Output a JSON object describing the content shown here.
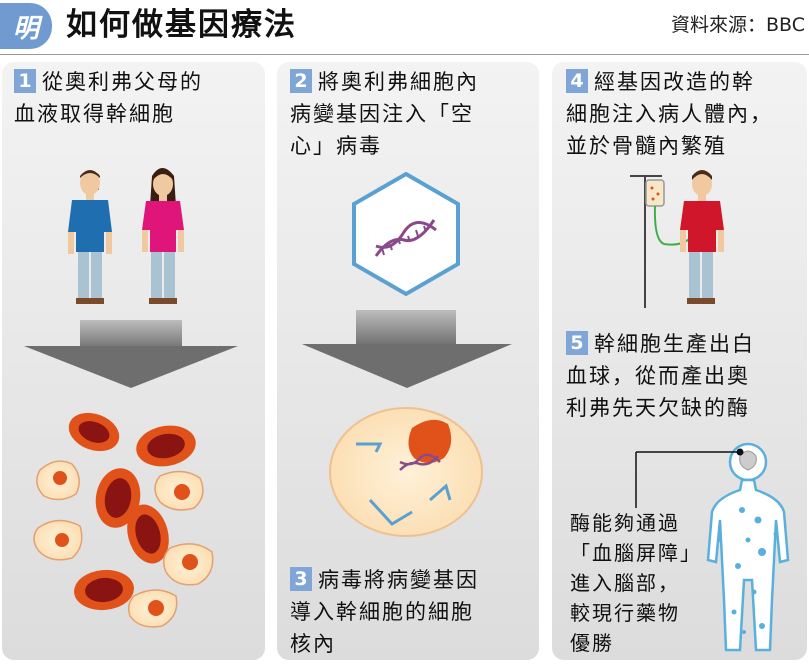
{
  "header": {
    "logo_char": "明",
    "title": "如何做基因療法",
    "source": "資料來源：BBC"
  },
  "steps": [
    {
      "num": "1",
      "text": "從奧利弗父母的\n血液取得幹細胞"
    },
    {
      "num": "2",
      "text": "將奧利弗細胞內\n病變基因注入「空\n心」病毒"
    },
    {
      "num": "3",
      "text": "病毒將病變基因\n導入幹細胞的細胞\n核內"
    },
    {
      "num": "4",
      "text": "經基因改造的幹\n細胞注入病人體內，\n並於骨髓內繁殖"
    },
    {
      "num": "5",
      "text": "幹細胞生產出白\n血球，從而產出奧\n利弗先天欠缺的酶"
    }
  ],
  "brain_note": "酶能夠通過\n「血腦屏障」\n進入腦部，\n較現行藥物\n優勝",
  "colors": {
    "step_badge": "#7fa6d6",
    "father_shirt": "#1f6fb0",
    "mother_shirt": "#e0157a",
    "patient_shirt": "#d0162b",
    "cell_dark": "#e1521b",
    "cell_core": "#8a1412",
    "virus_outline": "#5aa0d0",
    "dna": "#8a4a8a",
    "body_outline": "#5ab0dc"
  }
}
